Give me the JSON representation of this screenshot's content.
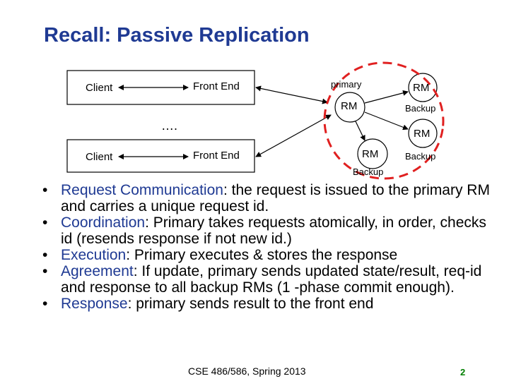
{
  "slide": {
    "title": "Recall: Passive Replication",
    "footer": "CSE 486/586, Spring 2013",
    "page_number": "2"
  },
  "diagram": {
    "client_top": "Client",
    "client_bottom": "Client",
    "front_end_top": "Front End",
    "front_end_bottom": "Front End",
    "ellipsis": "….",
    "primary_label": "primary",
    "rm_primary": "RM",
    "rm_top_right": "RM",
    "backup_top_right": "Backup",
    "rm_middle_right": "RM",
    "rm_bottom": "RM",
    "backup_bottom_right": "Backup",
    "backup_bottom": "Backup",
    "dashed_color": "#e02020"
  },
  "bullets": [
    {
      "term": "Request Communication",
      "text": ": the request is issued to the primary RM and carries a unique request id."
    },
    {
      "term": "Coordination",
      "text": ": Primary takes requests atomically, in order, checks id (resends response if not new id.)"
    },
    {
      "term": "Execution",
      "text": ": Primary executes & stores the response"
    },
    {
      "term": "Agreement",
      "text": ": If update, primary sends updated state/result, req-id and response to all backup RMs (1 -phase commit enough)."
    },
    {
      "term": "Response",
      "text": ": primary sends result to the front end"
    }
  ],
  "bullet_glyph": "•"
}
